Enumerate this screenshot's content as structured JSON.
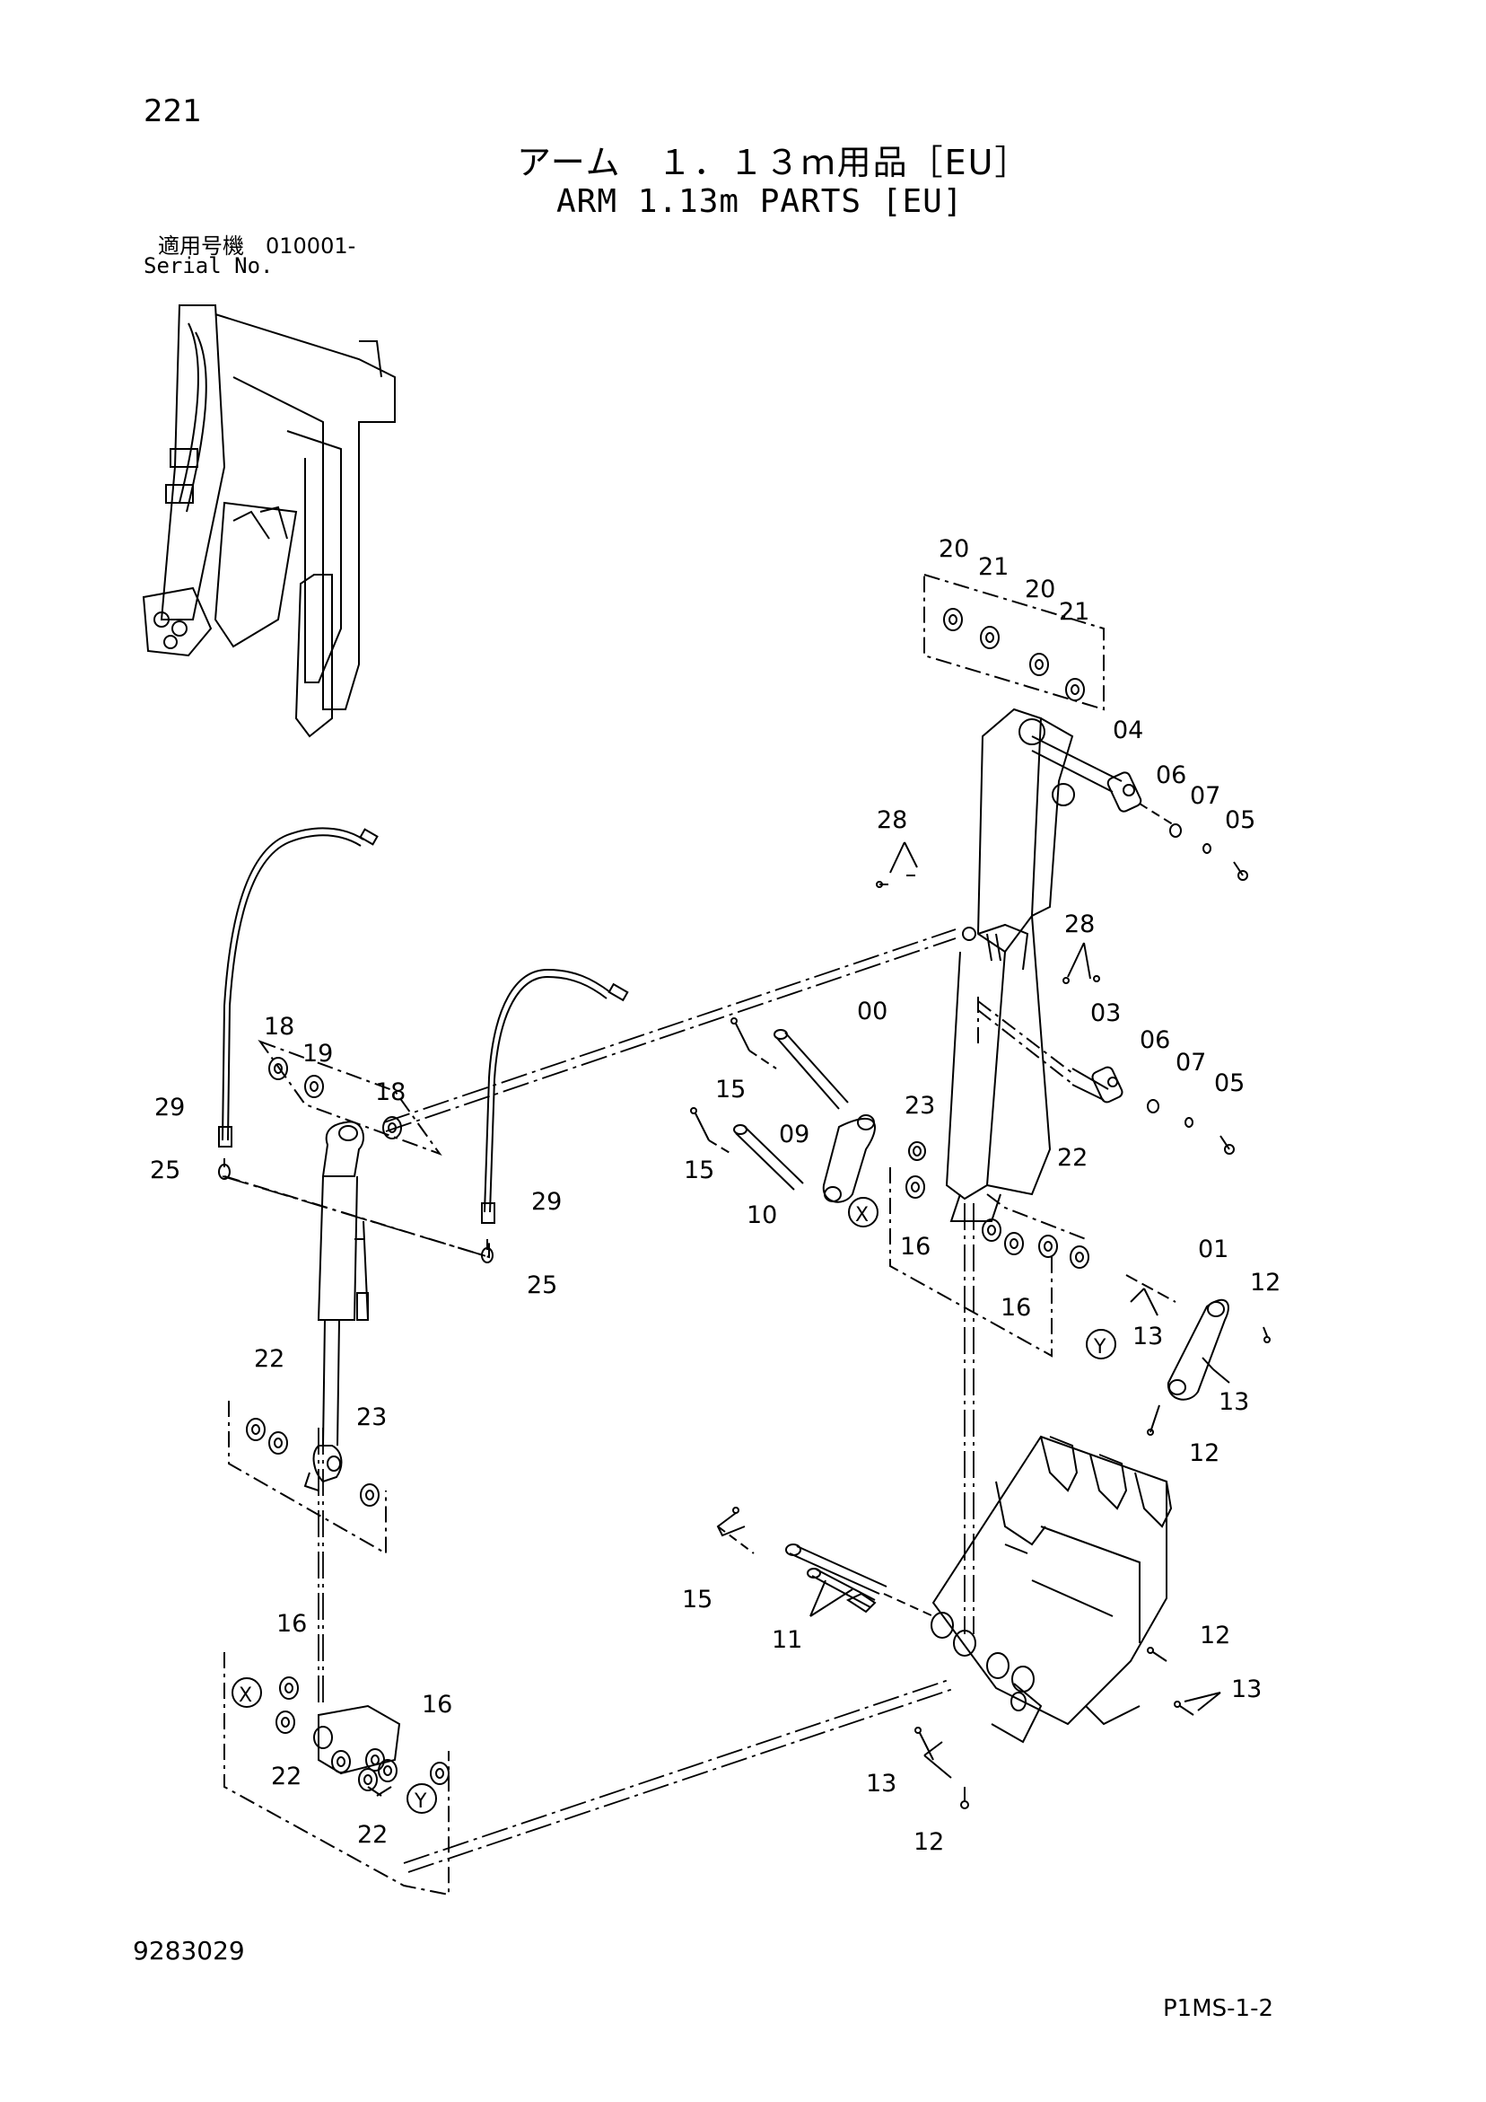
{
  "header": {
    "page_number": "221",
    "title_jp": "アーム　１．１３ｍ用品［EU］",
    "title_en": "ARM 1.13m PARTS [EU]",
    "serial_label_jp": "適用号機　010001-",
    "serial_label_en": "Serial No."
  },
  "footer": {
    "document_number": "9283029",
    "page_code": "P1MS-1-2"
  },
  "callouts": [
    {
      "id": "c-20a",
      "label": "20"
    },
    {
      "id": "c-21a",
      "label": "21"
    },
    {
      "id": "c-20b",
      "label": "20"
    },
    {
      "id": "c-21b",
      "label": "21"
    },
    {
      "id": "c-04",
      "label": "04"
    },
    {
      "id": "c-06a",
      "label": "06"
    },
    {
      "id": "c-07a",
      "label": "07"
    },
    {
      "id": "c-05a",
      "label": "05"
    },
    {
      "id": "c-28a",
      "label": "28"
    },
    {
      "id": "c-28b",
      "label": "28"
    },
    {
      "id": "c-03",
      "label": "03"
    },
    {
      "id": "c-06b",
      "label": "06"
    },
    {
      "id": "c-07b",
      "label": "07"
    },
    {
      "id": "c-05b",
      "label": "05"
    },
    {
      "id": "c-00",
      "label": "00"
    },
    {
      "id": "c-15a",
      "label": "15"
    },
    {
      "id": "c-09",
      "label": "09"
    },
    {
      "id": "c-23a",
      "label": "23"
    },
    {
      "id": "c-15b",
      "label": "15"
    },
    {
      "id": "c-10",
      "label": "10"
    },
    {
      "id": "c-22a",
      "label": "22"
    },
    {
      "id": "c-16a",
      "label": "16"
    },
    {
      "id": "c-16b",
      "label": "16"
    },
    {
      "id": "c-01",
      "label": "01"
    },
    {
      "id": "c-12a",
      "label": "12"
    },
    {
      "id": "c-13a",
      "label": "13"
    },
    {
      "id": "c-13b",
      "label": "13"
    },
    {
      "id": "c-12b",
      "label": "12"
    },
    {
      "id": "c-29a",
      "label": "29"
    },
    {
      "id": "c-25a",
      "label": "25"
    },
    {
      "id": "c-18a",
      "label": "18"
    },
    {
      "id": "c-19",
      "label": "19"
    },
    {
      "id": "c-18b",
      "label": "18"
    },
    {
      "id": "c-29b",
      "label": "29"
    },
    {
      "id": "c-25b",
      "label": "25"
    },
    {
      "id": "c-22b",
      "label": "22"
    },
    {
      "id": "c-23b",
      "label": "23"
    },
    {
      "id": "c-15c",
      "label": "15"
    },
    {
      "id": "c-11",
      "label": "11"
    },
    {
      "id": "c-12c",
      "label": "12"
    },
    {
      "id": "c-13c",
      "label": "13"
    },
    {
      "id": "c-13d",
      "label": "13"
    },
    {
      "id": "c-12d",
      "label": "12"
    },
    {
      "id": "c-16c",
      "label": "16"
    },
    {
      "id": "c-16d",
      "label": "16"
    },
    {
      "id": "c-22c",
      "label": "22"
    },
    {
      "id": "c-22d",
      "label": "22"
    }
  ],
  "reference_markers": [
    {
      "id": "m-x1",
      "label": "X"
    },
    {
      "id": "m-y1",
      "label": "Y"
    },
    {
      "id": "m-x2",
      "label": "X"
    },
    {
      "id": "m-y2",
      "label": "Y"
    }
  ]
}
